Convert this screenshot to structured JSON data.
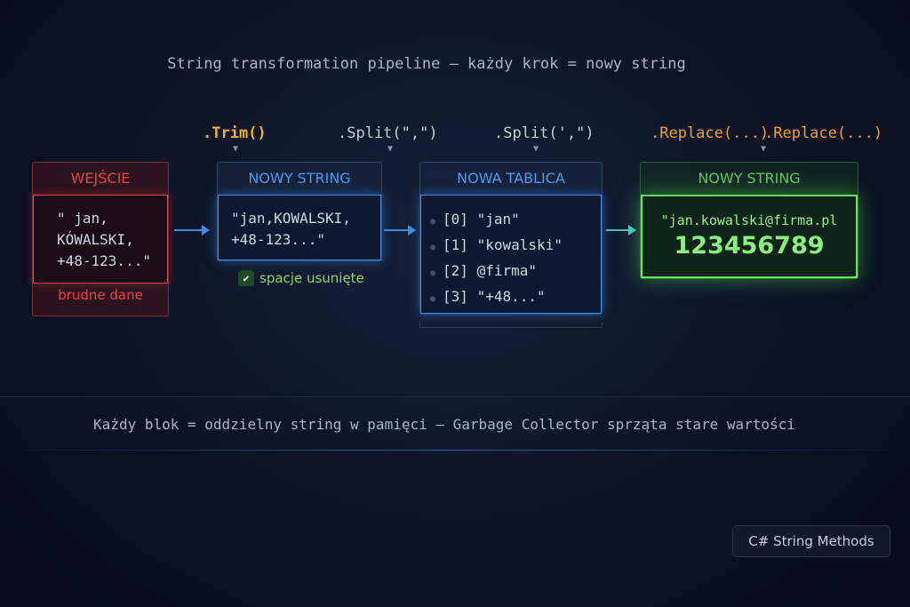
{
  "title": "String transformation pipeline — każdy krok = nowy string",
  "methods": {
    "trim": ".Trim()",
    "split1": ".Split(\",\")",
    "split2": ".Split(',\")",
    "replace1": ".Replace(...)",
    "replace2": ".Replace(...)"
  },
  "input_box": {
    "header": "WEJŚCIE",
    "lines": [
      "\"  jan,",
      "KÓWALSKI,",
      " +48-123...\""
    ],
    "footer": "brudne dane"
  },
  "trim_box": {
    "header": "NOWY STRING",
    "lines": [
      "\"jan,KOWALSKI,",
      " +48-123...\""
    ],
    "note": "spacje usunięte"
  },
  "array_box": {
    "header": "NOWA TABLICA",
    "rows": [
      "[0] \"jan\"",
      "[1] \"kowalski\"",
      "[2] @firma\"",
      "[3] \"+48...\""
    ]
  },
  "result_box": {
    "header": "NOWY STRING",
    "email": "\"jan.kowalski@firma.pl",
    "number": "123456789"
  },
  "footer": "Każdy blok = oddzielny string w pamięci — Garbage Collector sprząta stare wartości",
  "badge": "C# String Methods",
  "colors": {
    "red": "#e8404a",
    "blue": "#3a8ee8",
    "green": "#5ee85a",
    "orange": "#f0a030"
  }
}
